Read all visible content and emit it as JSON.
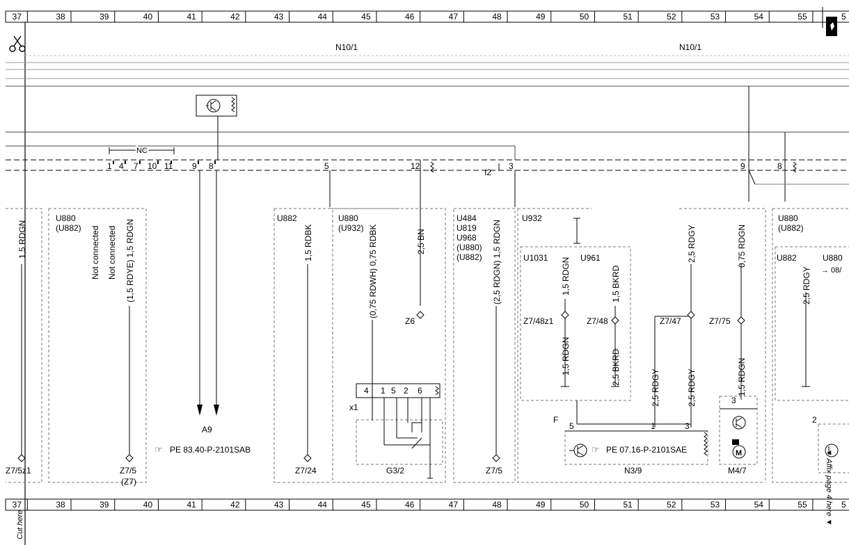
{
  "ruler": {
    "columns": [
      "37",
      "38",
      "39",
      "40",
      "41",
      "42",
      "43",
      "44",
      "45",
      "46",
      "47",
      "48",
      "49",
      "50",
      "51",
      "52",
      "53",
      "54",
      "55",
      "5"
    ]
  },
  "modules": {
    "left": "N10/1",
    "right": "N10/1"
  },
  "nc_label": "NC",
  "pins": {
    "p1": "1",
    "p4": "4",
    "p7": "7",
    "p10": "10",
    "p11": "11",
    "p9": "9",
    "p8": "8",
    "p5": "5",
    "p12": "12",
    "p3": "3",
    "p9b": "9",
    "p8b": "8"
  },
  "i2": "I2",
  "variants": {
    "u880_u882": "U880\n(U882)",
    "u882": "U882",
    "u880_u932": "U880\n(U932)",
    "u484_group": "U484\nU819\nU968\n(U880)\n(U882)",
    "u932": "U932",
    "u1031": "U1031",
    "u961": "U961",
    "u880_u882_right": "U880\n(U882)",
    "u882_right": "U882",
    "u880_cut": "U880",
    "ref_08": "→ 08/"
  },
  "wires": {
    "w1": "1,5 RDGN",
    "nc_a": "Not connected",
    "nc_b": "Not connected",
    "w_rdye": "(1,5 RDYE) 1,5 RDGN",
    "w_rdbk": "1,5 RDBK",
    "w_rdwh": "(0,75 RDWH) 0,75 RDBK",
    "w_bn": "2,5 BN",
    "w_rdgn25": "(2,5 RDGN) 1,5 RDGN",
    "w_rdgn_a": "1,5 RDGN",
    "w_bkrd_a": "1,5 BKRD",
    "w_rdgn_b": "1,5 RDGN",
    "w_bkrd_b": "2,5 BKRD",
    "w_rdgy_top": "2,5 RDGY",
    "w_rdgy_a": "2,5 RDGY",
    "w_rdgy_b": "2,5 RDGY",
    "w_rdgn075": "0,75 RDGN",
    "w_rdgn15": "1,5 RDGN",
    "w_rdgy_right": "2,5 RDGY"
  },
  "splices": {
    "z7_5z1": "Z7/5z1",
    "z7_5": "Z7/5",
    "z7_paren": "(Z7)",
    "z7_24": "Z7/24",
    "z6": "Z6",
    "z7_5b": "Z7/5",
    "z7_48z1": "Z7/48z1",
    "z7_48": "Z7/48",
    "z7_47": "Z7/47",
    "z7_75": "Z7/75"
  },
  "components": {
    "a9": "A9",
    "x1": "x1",
    "g3_2": "G3/2",
    "n3_9": "N3/9",
    "m4_7": "M4/7",
    "f": "F"
  },
  "connector_pins": {
    "c4": "4",
    "c1": "1",
    "c5": "5",
    "c2": "2",
    "c6": "6",
    "f5": "5",
    "f1": "1",
    "f3": "3",
    "m3": "3",
    "m2": "2"
  },
  "references": {
    "pe1": "PE 83.40-P-2101SAB",
    "pe2": "PE 07.16-P-2101SAE"
  },
  "side_notes": {
    "cut_here": "Cut here",
    "affix": "▼ Affix page 4 here ▼"
  },
  "icons": [
    "scissors-icon",
    "transistor-icon",
    "motor-icon",
    "fuse-icon",
    "pointing-hand-icon"
  ]
}
